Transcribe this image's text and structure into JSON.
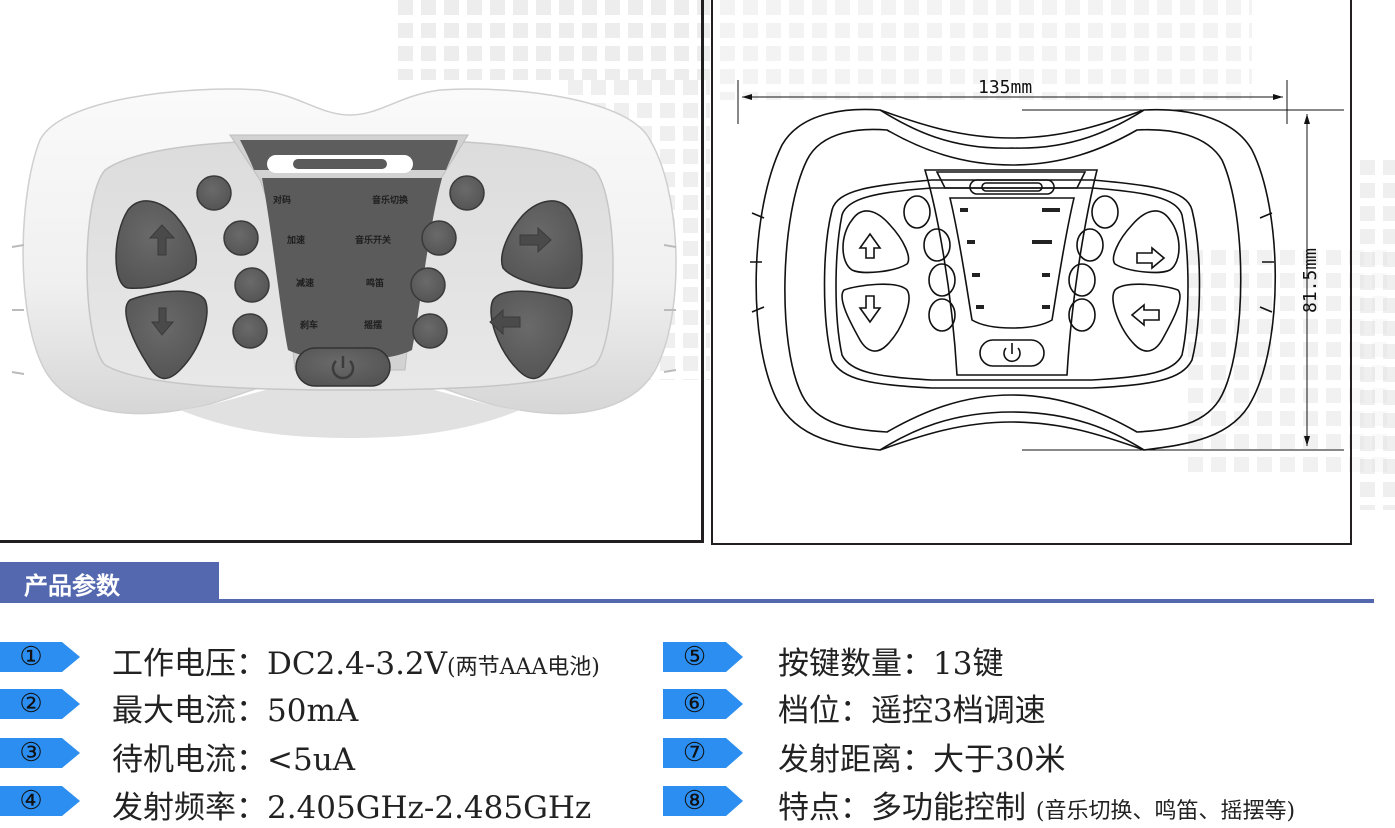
{
  "product_photo": {
    "alt": "white remote control with grey buttons",
    "button_labels": {
      "left_top": "对码",
      "left_2": "加速",
      "left_3": "减速",
      "left_4": "刹车",
      "right_top": "音乐切换",
      "right_2": "音乐开关",
      "right_3": "鸣笛",
      "right_4": "摇摆"
    },
    "icons": [
      "up-arrow-icon",
      "down-arrow-icon",
      "right-arrow-icon",
      "left-arrow-icon",
      "power-icon"
    ]
  },
  "drawing": {
    "width_label": "135mm",
    "height_label": "81.5mm"
  },
  "section": {
    "title": "产品参数",
    "accent_color": "#5468b0",
    "badge_color": "#2b8ef0"
  },
  "specs_left": [
    {
      "num": "①",
      "label": "工作电压：",
      "value": "DC2.4-3.2V",
      "note": "(两节AAA电池)"
    },
    {
      "num": "②",
      "label": "最大电流：",
      "value": "50mA",
      "note": ""
    },
    {
      "num": "③",
      "label": "待机电流：",
      "value": "<5uA",
      "note": ""
    },
    {
      "num": "④",
      "label": "发射频率：",
      "value": "2.405GHz-2.485GHz",
      "note": ""
    }
  ],
  "specs_right": [
    {
      "num": "⑤",
      "label": "按键数量：",
      "value": "13键",
      "note": ""
    },
    {
      "num": "⑥",
      "label": "档位：",
      "value": "遥控3档调速",
      "note": ""
    },
    {
      "num": "⑦",
      "label": "发射距离：",
      "value": "大于30米",
      "note": ""
    },
    {
      "num": "⑧",
      "label": "特点：",
      "value": "多功能控制 ",
      "note": "(音乐切换、鸣笛、摇摆等)"
    }
  ]
}
